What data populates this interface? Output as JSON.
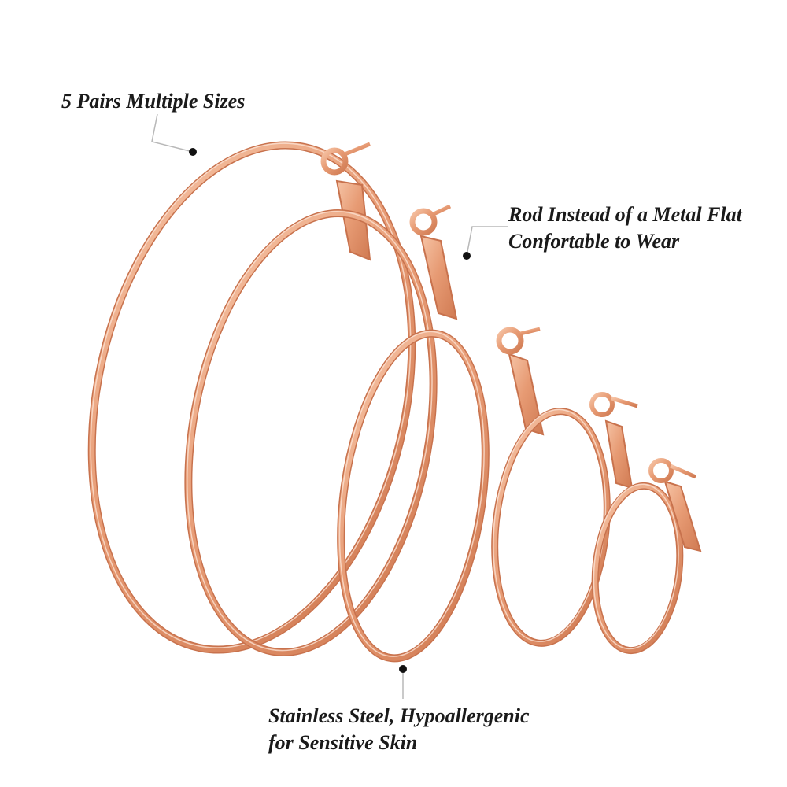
{
  "annotations": {
    "sizes": {
      "text": "5 Pairs Multiple Sizes"
    },
    "rod": {
      "line1": "Rod Instead of a Metal Flat",
      "line2": "Confortable to Wear"
    },
    "steel": {
      "line1": "Stainless Steel, Hypoallergenic",
      "line2": "for Sensitive Skin"
    }
  },
  "product": {
    "item": "hoop earrings",
    "pairs": 5,
    "finish_color": "#e8a07a",
    "highlight_color": "#fbe1d2",
    "shadow_color": "#c8724d"
  }
}
